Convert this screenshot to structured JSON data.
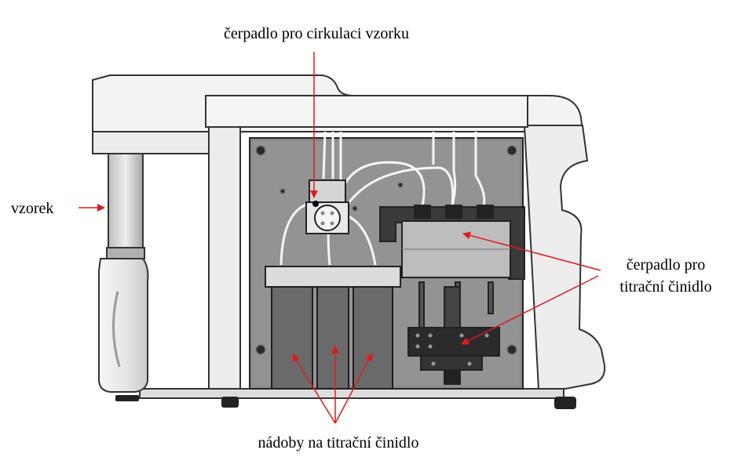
{
  "labels": {
    "top_pump": "čerpadlo pro cirkulaci  vzorku",
    "sample": "vzorek",
    "titrant_pump_line1": "čerpadlo pro",
    "titrant_pump_line2": "titrační činidlo",
    "containers": "nádoby na titrační činidlo"
  },
  "colors": {
    "arrow": "#e01b1b",
    "casing": "#f2f2f2",
    "panel": "#8c8c8c",
    "outline": "#333333"
  }
}
